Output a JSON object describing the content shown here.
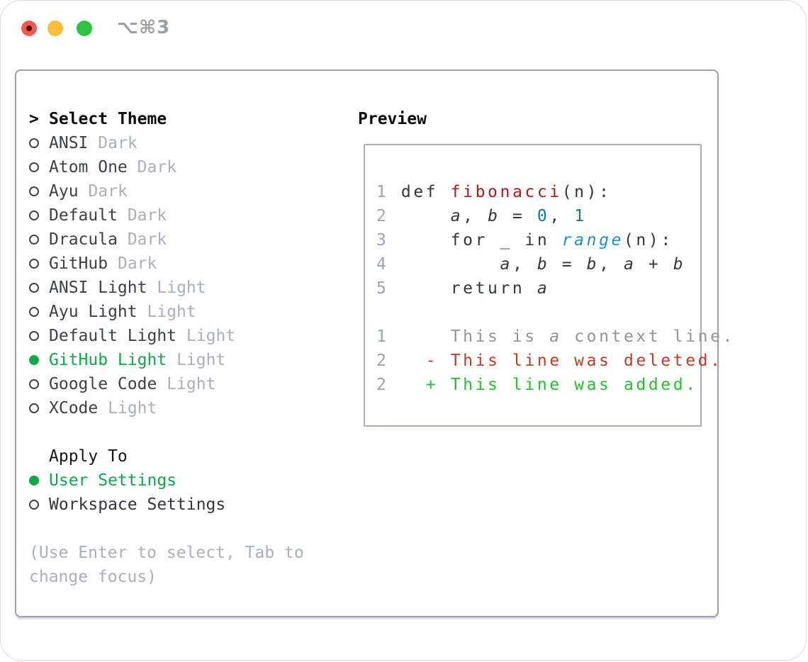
{
  "window": {
    "title": "⌥⌘3"
  },
  "titlebar_icons": [
    "close-light",
    "minimize-light",
    "maximize-light"
  ],
  "theme_panel": {
    "header": "Select Theme",
    "header_cursor": ">",
    "themes": [
      {
        "name": "ANSI",
        "variant": "Dark",
        "selected": false
      },
      {
        "name": "Atom One",
        "variant": "Dark",
        "selected": false
      },
      {
        "name": "Ayu",
        "variant": "Dark",
        "selected": false
      },
      {
        "name": "Default",
        "variant": "Dark",
        "selected": false
      },
      {
        "name": "Dracula",
        "variant": "Dark",
        "selected": false
      },
      {
        "name": "GitHub",
        "variant": "Dark",
        "selected": false
      },
      {
        "name": "ANSI Light",
        "variant": "Light",
        "selected": false
      },
      {
        "name": "Ayu Light",
        "variant": "Light",
        "selected": false
      },
      {
        "name": "Default Light",
        "variant": "Light",
        "selected": false
      },
      {
        "name": "GitHub Light",
        "variant": "Light",
        "selected": true
      },
      {
        "name": "Google Code",
        "variant": "Light",
        "selected": false
      },
      {
        "name": "XCode",
        "variant": "Light",
        "selected": false
      }
    ],
    "apply_to": {
      "header": "Apply To",
      "options": [
        {
          "label": "User Settings",
          "selected": true
        },
        {
          "label": "Workspace Settings",
          "selected": false
        }
      ]
    },
    "help": [
      "(Use Enter to select, Tab to",
      "change focus)"
    ]
  },
  "preview": {
    "header": "Preview",
    "lines": [
      [
        {
          "t": "1 ",
          "c": "num"
        },
        {
          "t": "def ",
          "c": "code"
        },
        {
          "t": "fibonacci",
          "c": "fn"
        },
        {
          "t": "(n):",
          "c": "code"
        }
      ],
      [
        {
          "t": "2 ",
          "c": "num"
        },
        {
          "t": "    ",
          "c": "code"
        },
        {
          "t": "a",
          "c": "var"
        },
        {
          "t": ", ",
          "c": "code"
        },
        {
          "t": "b",
          "c": "var"
        },
        {
          "t": " = ",
          "c": "code"
        },
        {
          "t": "0",
          "c": "lit"
        },
        {
          "t": ", ",
          "c": "code"
        },
        {
          "t": "1",
          "c": "lit"
        }
      ],
      [
        {
          "t": "3 ",
          "c": "num"
        },
        {
          "t": "    for _ in ",
          "c": "code"
        },
        {
          "t": "range",
          "c": "call"
        },
        {
          "t": "(n):",
          "c": "code"
        }
      ],
      [
        {
          "t": "4 ",
          "c": "num"
        },
        {
          "t": "        ",
          "c": "code"
        },
        {
          "t": "a",
          "c": "var"
        },
        {
          "t": ", ",
          "c": "code"
        },
        {
          "t": "b",
          "c": "var"
        },
        {
          "t": " = ",
          "c": "code"
        },
        {
          "t": "b",
          "c": "var"
        },
        {
          "t": ", ",
          "c": "code"
        },
        {
          "t": "a",
          "c": "var"
        },
        {
          "t": " + ",
          "c": "code"
        },
        {
          "t": "b",
          "c": "var"
        }
      ],
      [
        {
          "t": "5 ",
          "c": "num"
        },
        {
          "t": "    return ",
          "c": "code"
        },
        {
          "t": "a",
          "c": "var"
        }
      ],
      [],
      [
        {
          "t": "1 ",
          "c": "num"
        },
        {
          "t": "    This is ",
          "c": "ctx"
        },
        {
          "t": "a",
          "c": "ctxv"
        },
        {
          "t": " context line.",
          "c": "ctx"
        }
      ],
      [
        {
          "t": "2 ",
          "c": "num"
        },
        {
          "t": "  - This line was deleted.",
          "c": "del"
        }
      ],
      [
        {
          "t": "2 ",
          "c": "num"
        },
        {
          "t": "  + This line was added.",
          "c": "add"
        }
      ]
    ]
  },
  "colors": {
    "selection_green": "#0fa94a",
    "added_green": "#22c32a",
    "deleted_red": "#c63a25",
    "function_red": "#b21a16",
    "number_teal": "#0d7f86",
    "call_blue": "#1b8fce",
    "muted_gray": "#a8b0bf",
    "line_number_gray": "#9aa4b4",
    "panel_border": "#9aa2ae",
    "traffic_red": "#f25a52",
    "traffic_yellow": "#f7bd3b",
    "traffic_green": "#2ec245"
  }
}
